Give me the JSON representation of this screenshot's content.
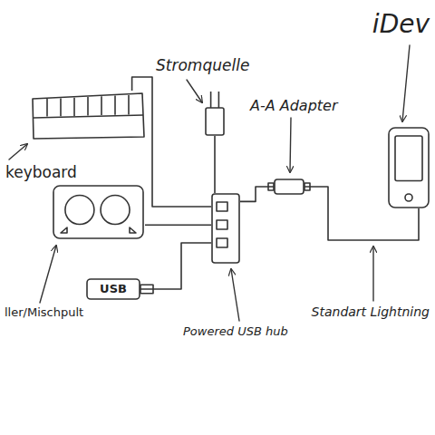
{
  "diagram": {
    "nodes": [
      {
        "text": [
          "keyboard"
        ]
      },
      {
        "text": [
          "ller/Mischpult"
        ]
      },
      {
        "text": [
          "USB"
        ]
      },
      {
        "text": [
          "Stromquelle"
        ]
      },
      {
        "text": [
          "Powered USB hub"
        ]
      },
      {
        "text": [
          "A-A Adapter"
        ]
      },
      {
        "text": [
          "iDev"
        ]
      }
    ],
    "edges": [
      {
        "from": 0,
        "to": 4,
        "arrow": "none"
      },
      {
        "from": 1,
        "to": 4,
        "arrow": "none"
      },
      {
        "from": 2,
        "to": 4,
        "arrow": "none"
      },
      {
        "from": 3,
        "to": 4,
        "arrow": "none"
      },
      {
        "from": 4,
        "to": 5,
        "arrow": "none"
      },
      {
        "from": 5,
        "to": 6,
        "arrow": "none"
      }
    ],
    "labels": [
      "Standart Lightning"
    ]
  }
}
